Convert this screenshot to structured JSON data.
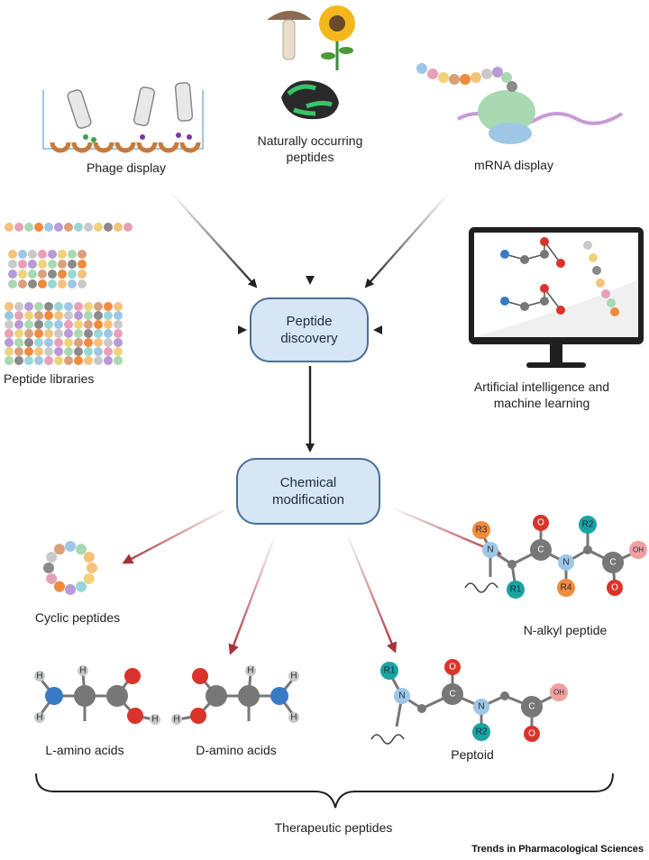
{
  "sources": {
    "phage_display": "Phage display",
    "naturally_occurring_line1": "Naturally occurring",
    "naturally_occurring_line2": "peptides",
    "mrna_display": "mRNA display",
    "peptide_libraries": "Peptide libraries",
    "ai_ml_line1": "Artificial intelligence  and",
    "ai_ml_line2": "machine learning"
  },
  "hub": {
    "discovery_line1": "Peptide",
    "discovery_line2": "discovery",
    "modification_line1": "Chemical",
    "modification_line2": "modification"
  },
  "outputs": {
    "cyclic": "Cyclic peptides",
    "n_alkyl": "N-alkyl peptide",
    "l_amino": "L-amino acids",
    "d_amino": "D-amino acids",
    "peptoid": "Peptoid",
    "therapeutic": "Therapeutic peptides"
  },
  "atom_labels": {
    "r1": "R1",
    "r2": "R2",
    "r3": "R3",
    "r4": "R4",
    "n": "N",
    "c": "C",
    "o": "O",
    "oh": "OH",
    "h": "H"
  },
  "credit": "Trends in Pharmacological Sciences",
  "colors": {
    "node_fill": "#d6e6f5",
    "node_border": "#4a6f9a",
    "black_arrow": "#222222",
    "red_arrow": "#a8323a",
    "carbon": "#6e6e6e",
    "nitrogen": "#9ec7e6",
    "oxygen": "#d9342b",
    "hydrogen": "#c9c9c9",
    "r_teal": "#1aa3a3",
    "r_orange": "#f08a3c"
  }
}
